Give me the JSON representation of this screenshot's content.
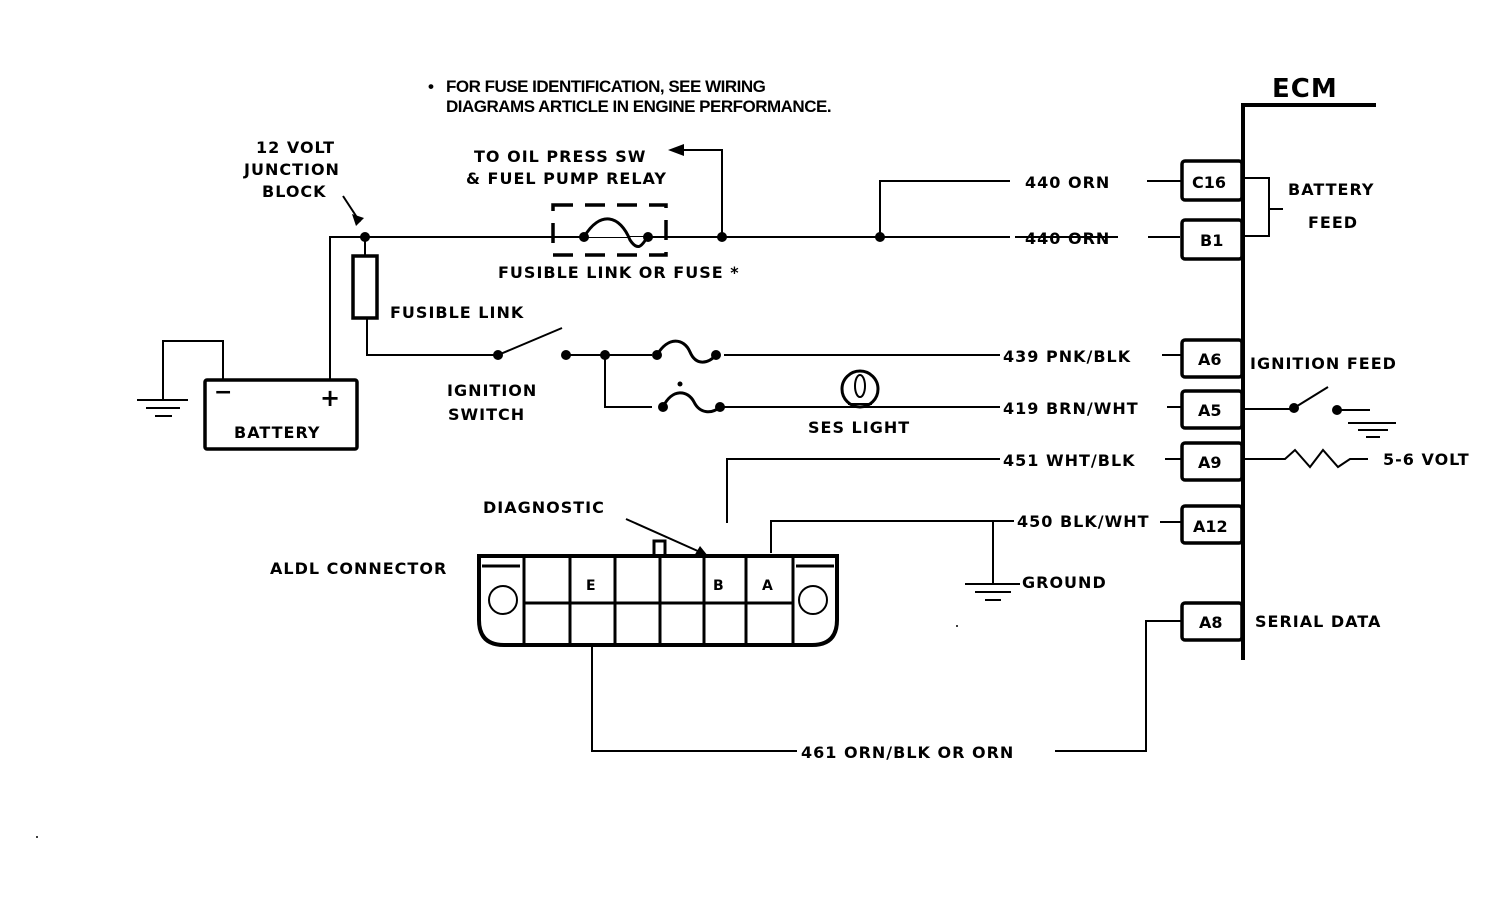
{
  "note": {
    "bullet": "•",
    "line1": "FOR FUSE IDENTIFICATION, SEE WIRING",
    "line2": "DIAGRAMS ARTICLE IN ENGINE PERFORMANCE."
  },
  "ecm": {
    "title": "ECM"
  },
  "junction_block": {
    "line1": "12 VOLT",
    "line2": "JUNCTION",
    "line3": "BLOCK"
  },
  "oil_press": {
    "line1": "TO OIL PRESS SW",
    "line2": "& FUEL PUMP RELAY"
  },
  "fusible_link_or_fuse": "FUSIBLE LINK OR FUSE *",
  "fusible_link": "FUSIBLE LINK",
  "battery": {
    "label": "BATTERY",
    "neg": "−",
    "pos": "+"
  },
  "ignition_switch": {
    "line1": "IGNITION",
    "line2": "SWITCH"
  },
  "ses_light": "SES LIGHT",
  "wires": {
    "c16": "440 ORN",
    "b1": "440 ORN",
    "a6": "439 PNK/BLK",
    "a5": "419 BRN/WHT",
    "a9": "451 WHT/BLK",
    "a12": "450 BLK/WHT",
    "a8": "461 ORN/BLK   OR   ORN"
  },
  "pins": {
    "c16": "C16",
    "b1": "B1",
    "a6": "A6",
    "a5": "A5",
    "a9": "A9",
    "a12": "A12",
    "a8": "A8"
  },
  "ecm_labels": {
    "battery_feed_1": "BATTERY",
    "battery_feed_2": "FEED",
    "ignition_feed": "IGNITION FEED",
    "five_volt": "5-6 VOLT",
    "serial_data": "SERIAL DATA"
  },
  "ground": "GROUND",
  "aldl": {
    "label": "ALDL CONNECTOR",
    "diagnostic": "DIAGNOSTIC",
    "terminal_e": "E",
    "terminal_b": "B",
    "terminal_a": "A"
  }
}
